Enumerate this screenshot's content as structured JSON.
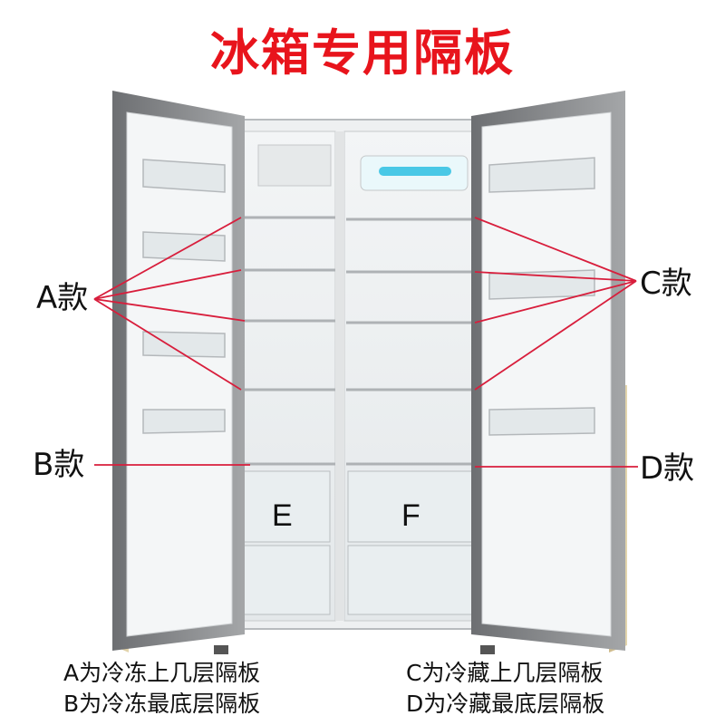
{
  "title": "冰箱专用隔板",
  "labels": {
    "a": "A款",
    "b": "B款",
    "c": "C款",
    "d": "D款"
  },
  "drawers": {
    "left": "E",
    "right": "F"
  },
  "captions": {
    "a": "A为冷冻上几层隔板",
    "b": "B为冷冻最底层隔板",
    "c": "C为冷藏上几层隔板",
    "d": "D为冷藏最底层隔板"
  },
  "colors": {
    "title": "#e8141c",
    "pointer_lines": "#d81e3c",
    "door_frame": "#8a8c8e",
    "side_panel": "#d8c89a"
  }
}
